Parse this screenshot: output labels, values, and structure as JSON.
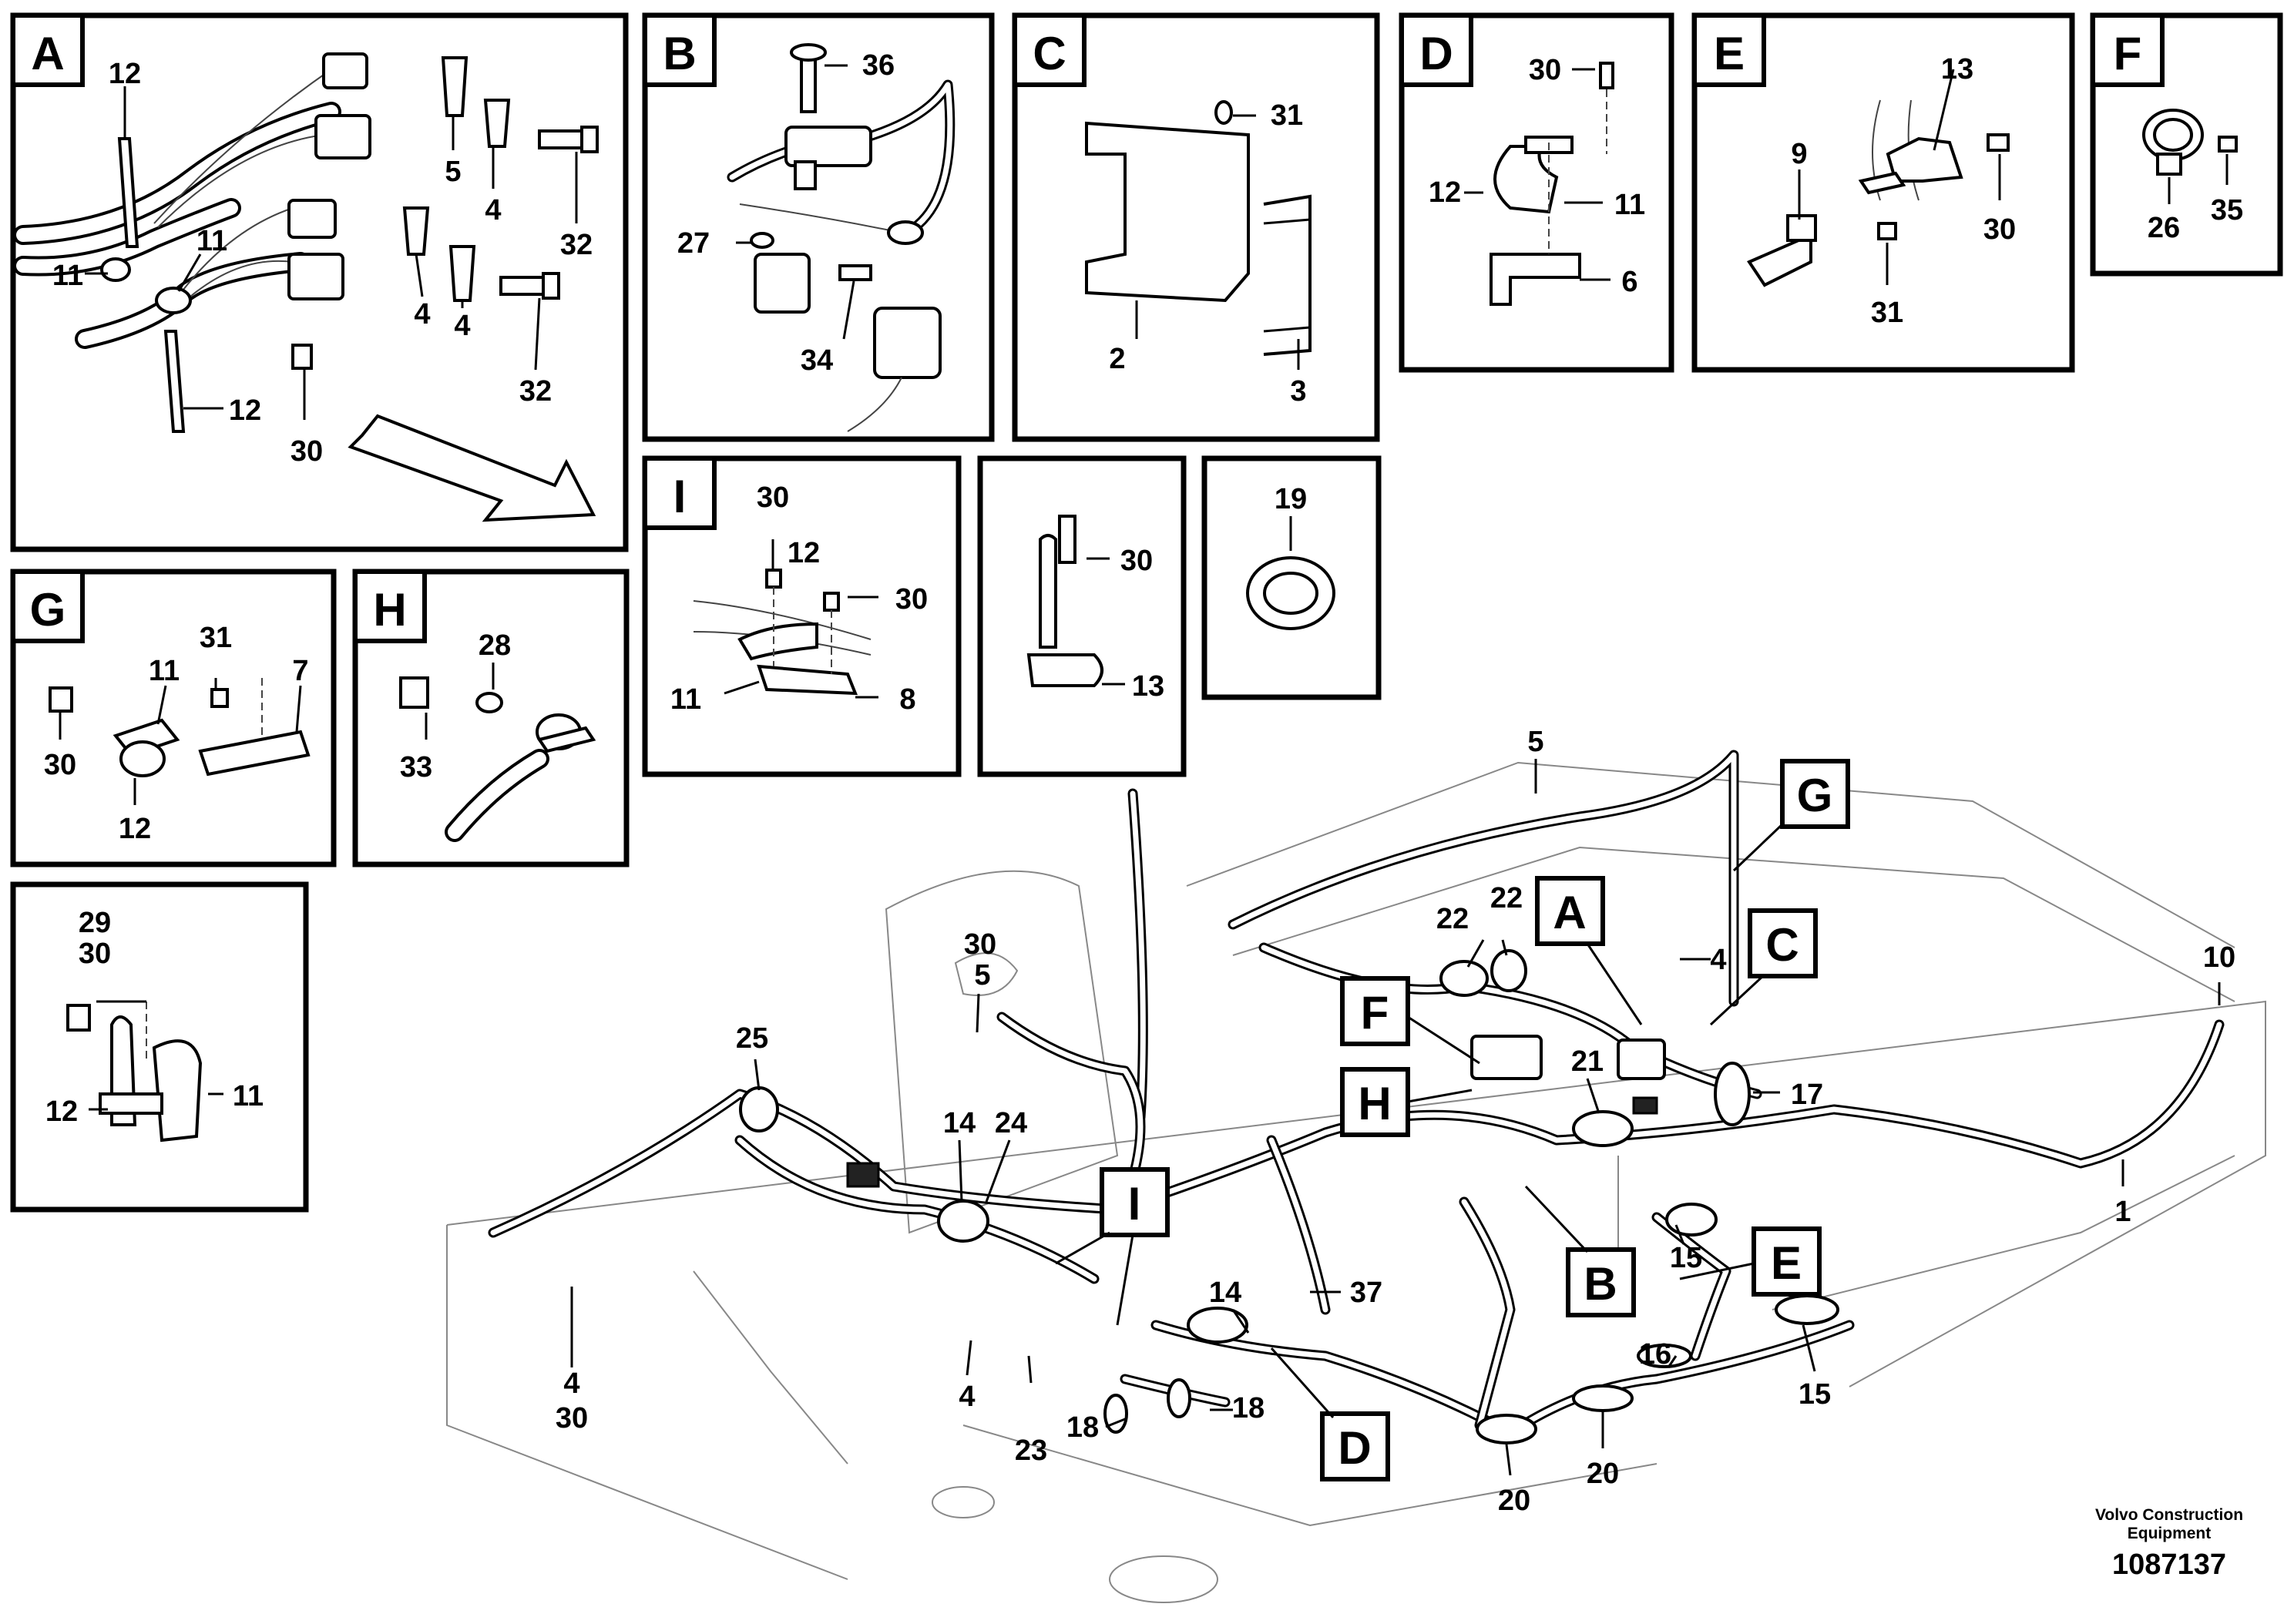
{
  "panels": {
    "A": {
      "letter": "A",
      "callouts": [
        "12",
        "5",
        "4",
        "32",
        "11",
        "11",
        "4",
        "4",
        "32",
        "12",
        "30"
      ]
    },
    "B": {
      "letter": "B",
      "callouts": [
        "36",
        "27",
        "34"
      ]
    },
    "C": {
      "letter": "C",
      "callouts": [
        "31",
        "2",
        "3"
      ]
    },
    "D": {
      "letter": "D",
      "callouts": [
        "30",
        "12",
        "11",
        "6"
      ]
    },
    "E": {
      "letter": "E",
      "callouts": [
        "13",
        "9",
        "30",
        "31"
      ]
    },
    "F": {
      "letter": "F",
      "callouts": [
        "26",
        "35"
      ]
    },
    "G": {
      "letter": "G",
      "callouts": [
        "31",
        "11",
        "7",
        "30",
        "12"
      ]
    },
    "H": {
      "letter": "H",
      "callouts": [
        "28",
        "33"
      ]
    },
    "I": {
      "letter": "I",
      "callouts": [
        "30",
        "12",
        "30",
        "11",
        "8"
      ]
    },
    "J": {
      "letter": "",
      "callouts": [
        "30",
        "13"
      ]
    },
    "K": {
      "letter": "",
      "callouts": [
        "19"
      ]
    },
    "L": {
      "letter": "",
      "callouts": [
        "29",
        "30",
        "11",
        "12"
      ]
    }
  },
  "main": {
    "callouts": [
      "5",
      "30",
      "5",
      "25",
      "14",
      "24",
      "4",
      "30",
      "4",
      "23",
      "18",
      "18",
      "14",
      "37",
      "22",
      "22",
      "4",
      "21",
      "17",
      "10",
      "1",
      "15",
      "16",
      "15",
      "20",
      "20"
    ],
    "tags": [
      "G",
      "A",
      "C",
      "F",
      "H",
      "I",
      "B",
      "E",
      "D"
    ]
  },
  "footer": {
    "brand_line1": "Volvo Construction",
    "brand_line2": "Equipment",
    "figure_number": "1087137"
  }
}
